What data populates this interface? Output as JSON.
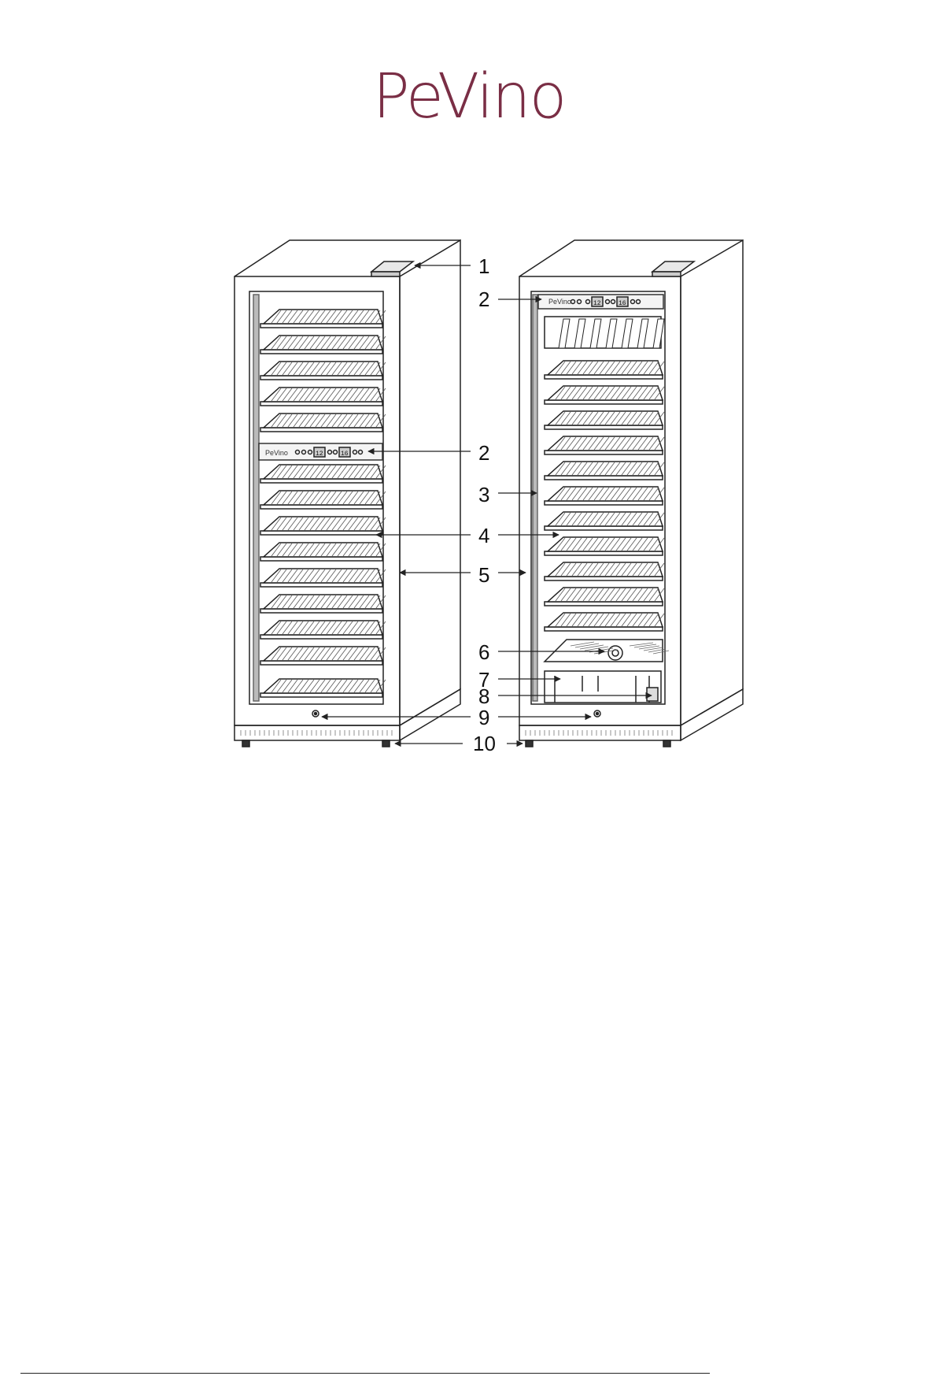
{
  "brand": {
    "logo_text": "PeVino",
    "logo_color": "#7a2e45"
  },
  "diagram": {
    "callouts": [
      {
        "id": "c1",
        "label": "1"
      },
      {
        "id": "c2a",
        "label": "2"
      },
      {
        "id": "c2b",
        "label": "2"
      },
      {
        "id": "c3",
        "label": "3"
      },
      {
        "id": "c4",
        "label": "4"
      },
      {
        "id": "c5",
        "label": "5"
      },
      {
        "id": "c6",
        "label": "6"
      },
      {
        "id": "c7",
        "label": "7"
      },
      {
        "id": "c8",
        "label": "8"
      },
      {
        "id": "c9",
        "label": "9"
      },
      {
        "id": "c10",
        "label": "10"
      }
    ],
    "left_unit": {
      "panel_brand": "PeVino",
      "display_left": "12",
      "display_right": "16"
    },
    "right_unit": {
      "panel_brand": "PeVino",
      "display_left": "12",
      "display_right": "16"
    }
  }
}
